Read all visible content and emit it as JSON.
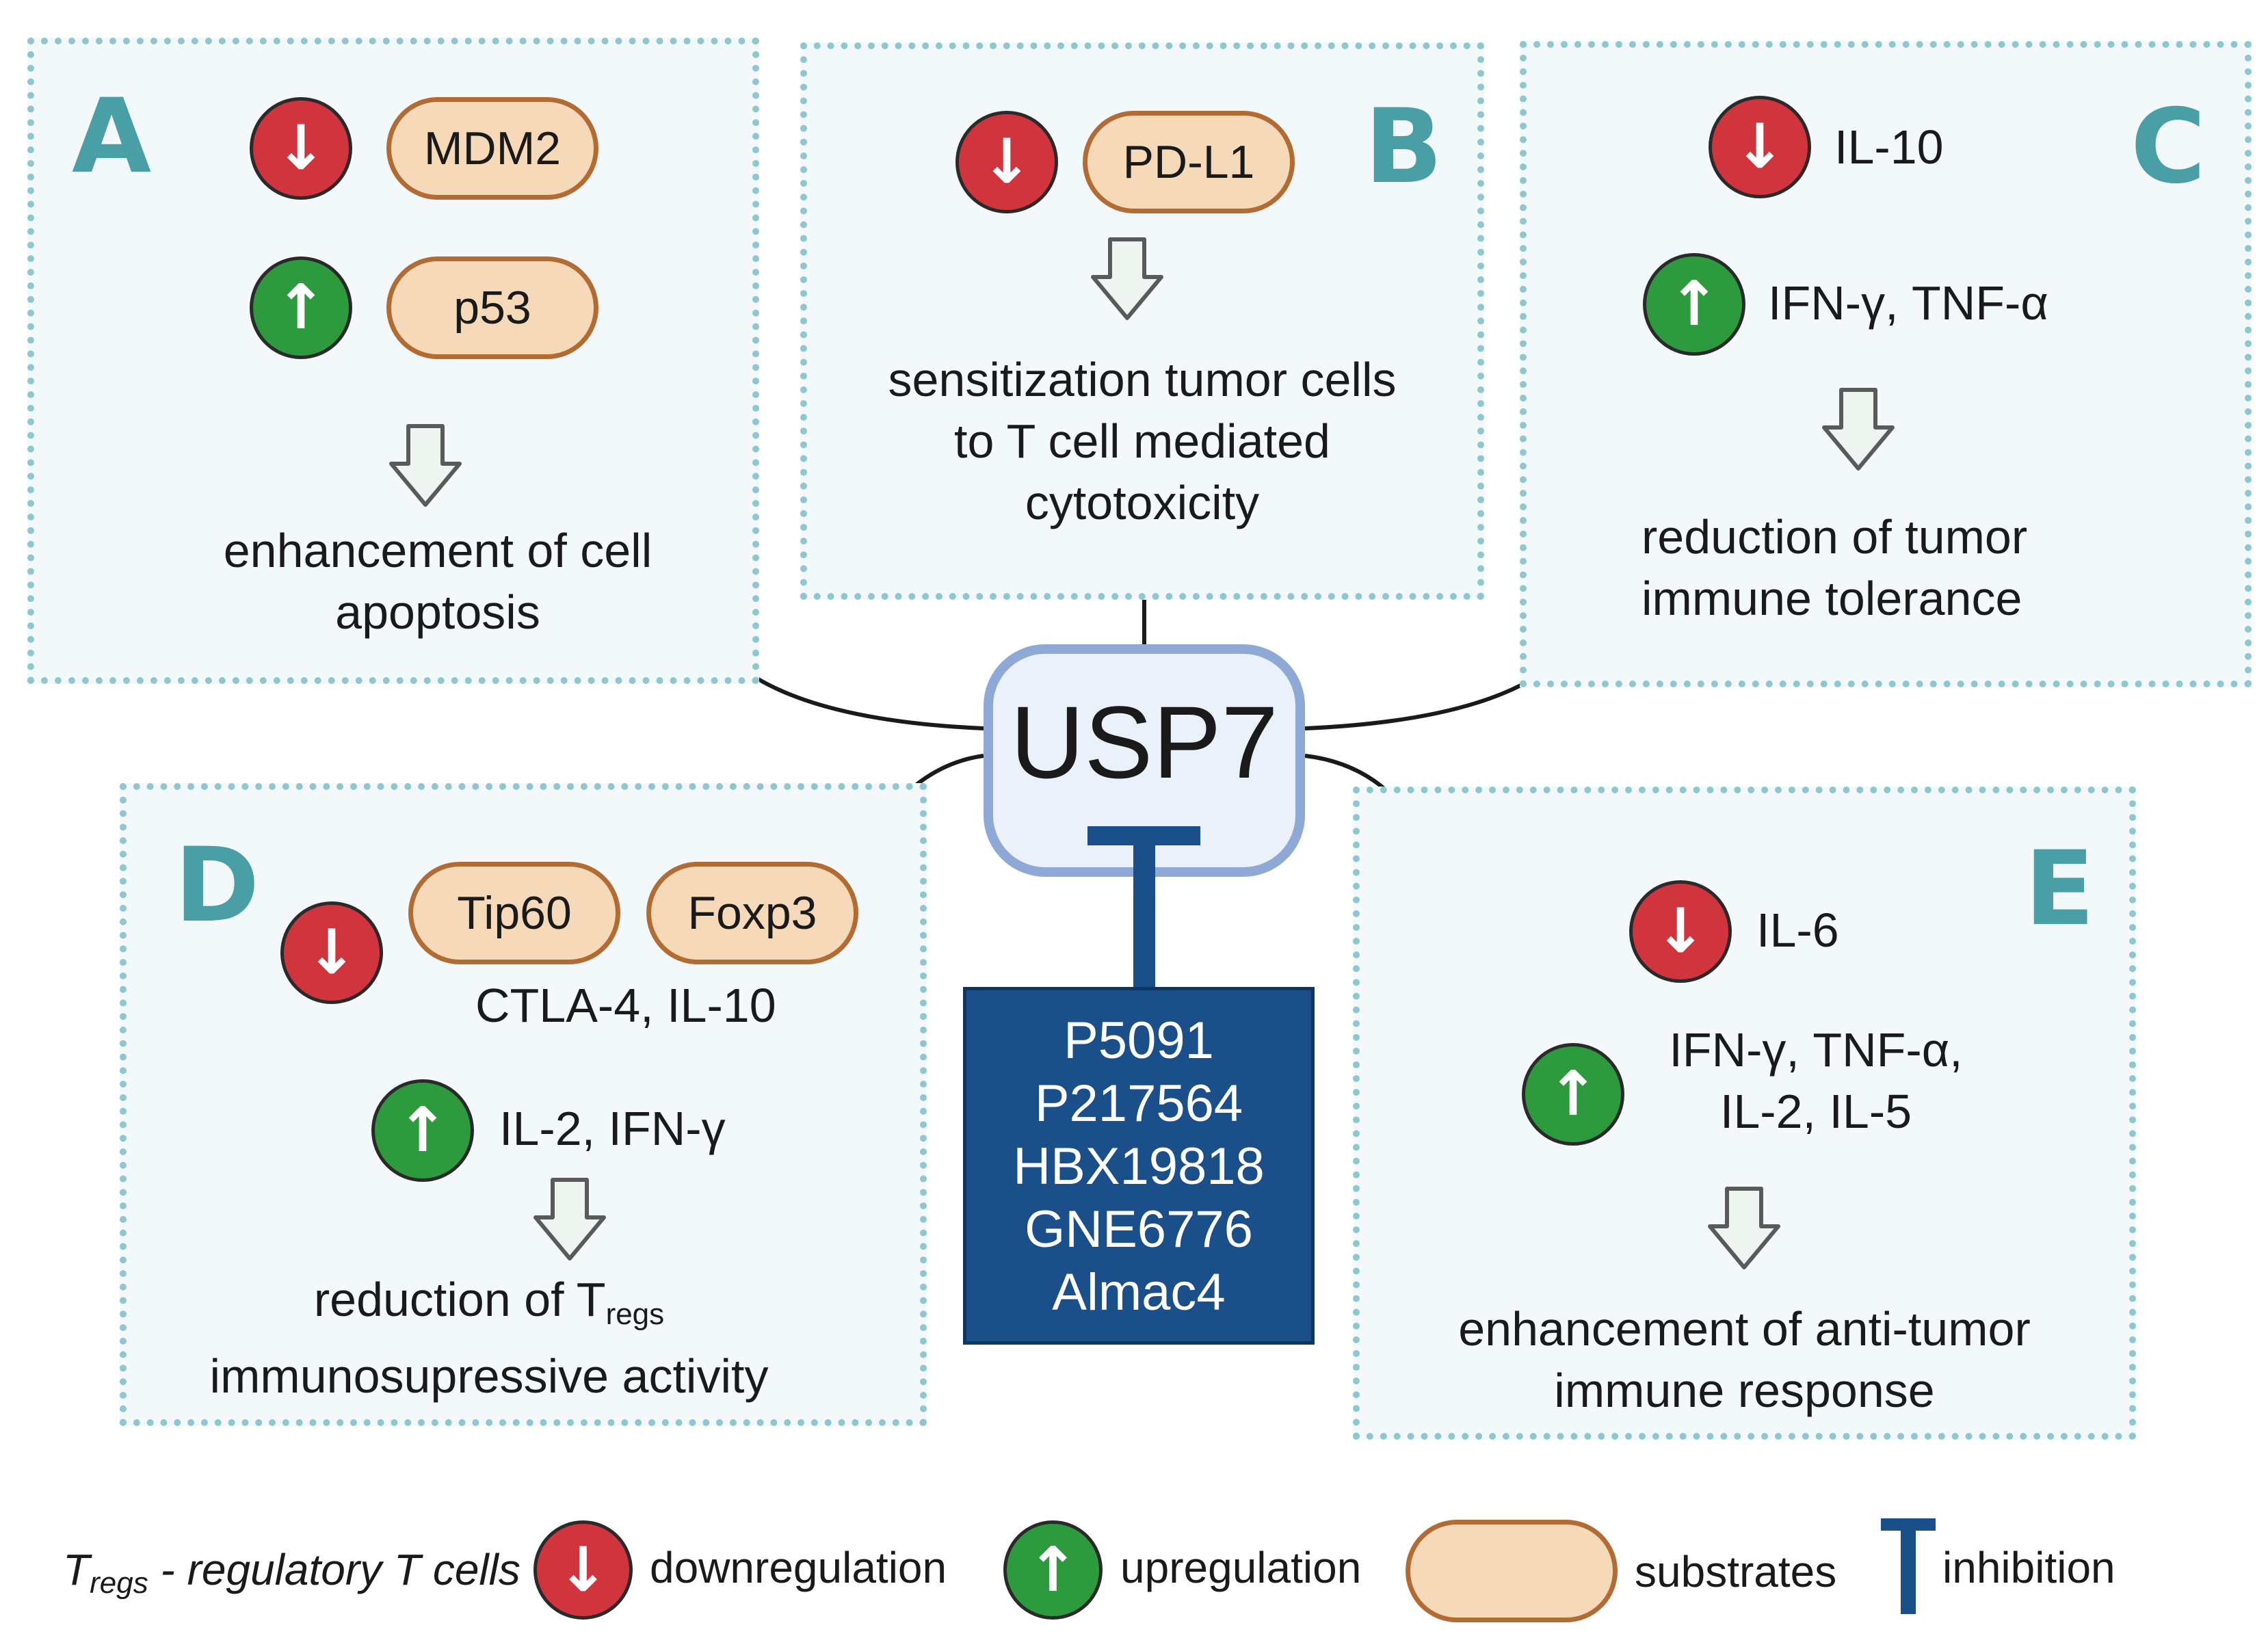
{
  "center": {
    "label": "USP7"
  },
  "inhibitors": [
    "P5091",
    "P217564",
    "HBX19818",
    "GNE6776",
    "Almac4"
  ],
  "panels": {
    "A": {
      "letter": "A",
      "down_substrate": "MDM2",
      "up_substrate": "p53",
      "outcome_line1": "enhancement of cell",
      "outcome_line2": "apoptosis"
    },
    "B": {
      "letter": "B",
      "down_substrate": "PD-L1",
      "outcome_line1": "sensitization tumor cells",
      "outcome_line2": "to T cell mediated",
      "outcome_line3": "cytotoxicity"
    },
    "C": {
      "letter": "C",
      "down_label": "IL-10",
      "up_label": "IFN-γ, TNF-α",
      "outcome_line1": "reduction of tumor",
      "outcome_line2": "immune tolerance"
    },
    "D": {
      "letter": "D",
      "down_substrate_1": "Tip60",
      "down_substrate_2": "Foxp3",
      "down_extra": "CTLA-4, IL-10",
      "up_label": "IL-2, IFN-γ",
      "outcome_line1_pre": "reduction of T",
      "outcome_line1_sub": "regs",
      "outcome_line2": "immunosupressive activity"
    },
    "E": {
      "letter": "E",
      "down_label": "IL-6",
      "up_label_line1": "IFN-γ, TNF-α,",
      "up_label_line2": "IL-2, IL-5",
      "outcome_line1": "enhancement of anti-tumor",
      "outcome_line2": "immune response"
    }
  },
  "legend": {
    "tregs_T": "T",
    "tregs_sub": "regs",
    "tregs_rest": " - regulatory T cells",
    "down": "downregulation",
    "up": "upregulation",
    "substrates": "substrates",
    "inhibition": "inhibition",
    "arrow_down_glyph": "↓",
    "arrow_up_glyph": "↑",
    "inhibition_glyph": "T"
  },
  "colors": {
    "down": "#d0343c",
    "up": "#2e9a3e",
    "substrate_fill": "#f5d9b8",
    "substrate_border": "#b36b34",
    "panel_border": "#8ec7d0",
    "letter": "#4a9ea6",
    "inhibitor_box": "#1b4f8a"
  }
}
